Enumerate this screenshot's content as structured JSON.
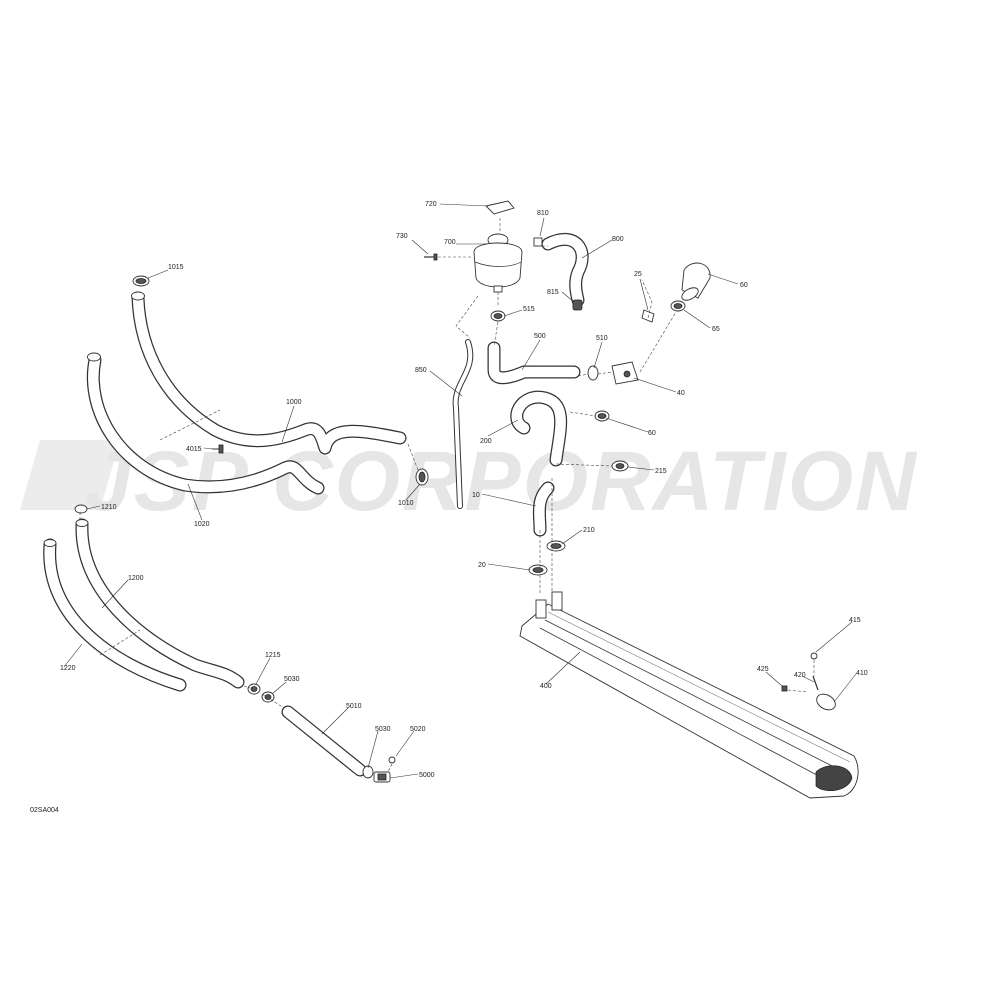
{
  "watermark": "JSP CORPORATION",
  "diagram_code": "02SA004",
  "callouts": {
    "p720": "720",
    "p810": "810",
    "p730": "730",
    "p700": "700",
    "p800": "800",
    "p1015": "1015",
    "p25": "25",
    "p60a": "60",
    "p815": "815",
    "p515": "515",
    "p65": "65",
    "p500": "500",
    "p510": "510",
    "p850": "850",
    "p40": "40",
    "p1000": "1000",
    "p200": "200",
    "p60b": "60",
    "p4015": "4015",
    "p215": "215",
    "p1010": "1010",
    "p10": "10",
    "p1210": "1210",
    "p1020": "1020",
    "p210": "210",
    "p20": "20",
    "p1200": "1200",
    "p415": "415",
    "p1215": "1215",
    "p1220": "1220",
    "p425": "425",
    "p420": "420",
    "p410": "410",
    "p5030a": "5030",
    "p400": "400",
    "p5010": "5010",
    "p5030b": "5030",
    "p5020": "5020",
    "p5000": "5000"
  }
}
